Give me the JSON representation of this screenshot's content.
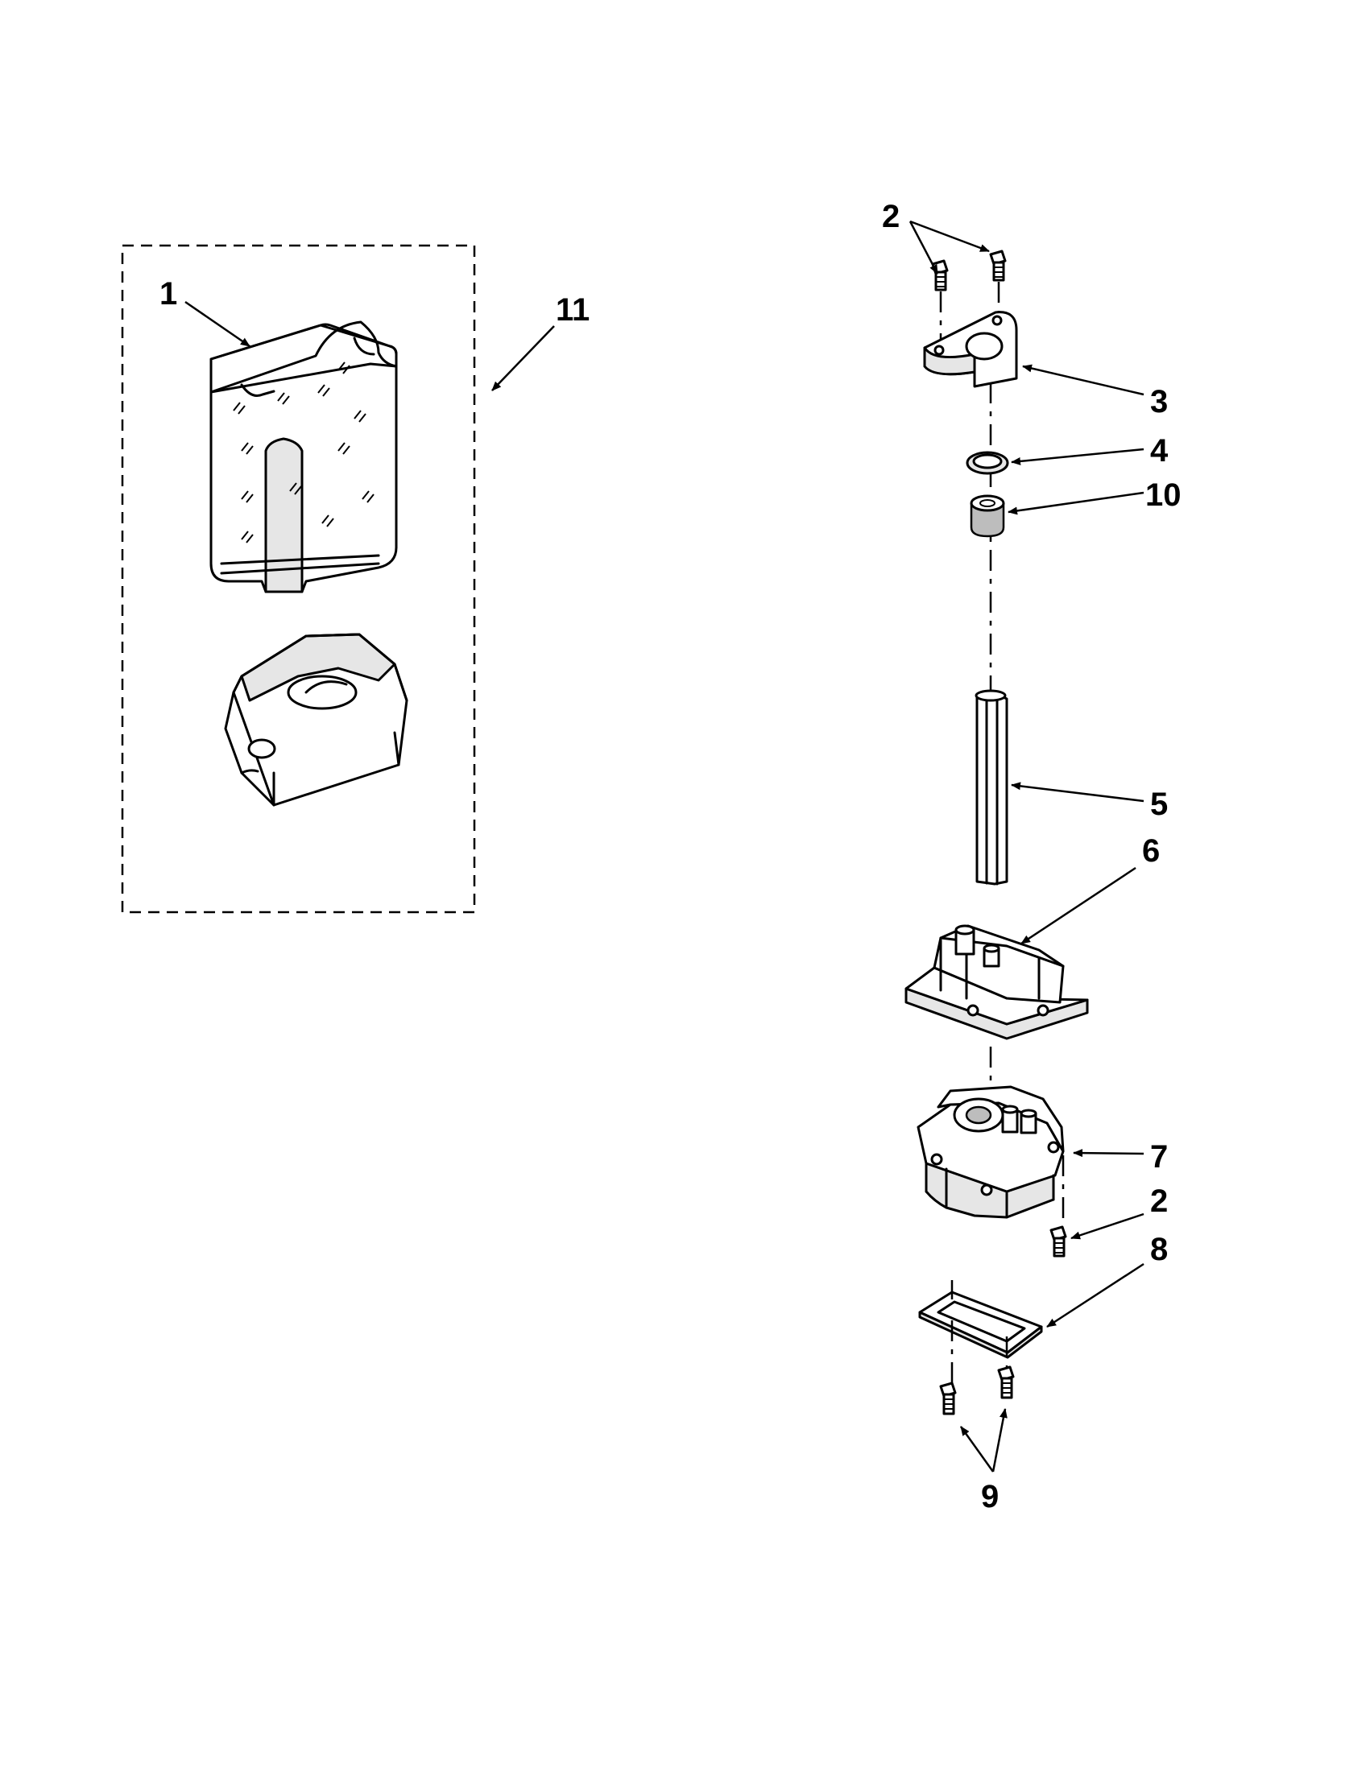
{
  "callouts": {
    "c1": "1",
    "c11": "11",
    "c2_top": "2",
    "c3": "3",
    "c4": "4",
    "c10": "10",
    "c5": "5",
    "c6": "6",
    "c7": "7",
    "c2_mid": "2",
    "c8": "8",
    "c9": "9"
  }
}
